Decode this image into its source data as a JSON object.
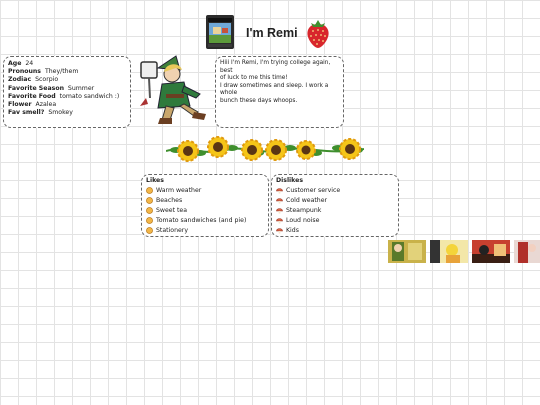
{
  "header": {
    "title": "I'm Remi"
  },
  "profile": {
    "rows": [
      {
        "label": "Age",
        "value": "24"
      },
      {
        "label": "Pronouns",
        "value": "They/them"
      },
      {
        "label": "Zodiac",
        "value": "Scorpio"
      },
      {
        "label": "Favorite Season",
        "value": "Summer"
      },
      {
        "label": "Favorite Food",
        "value": "tomato sandwich :)"
      },
      {
        "label": "Flower",
        "value": "Azalea"
      },
      {
        "label": "Fav smell?",
        "value": "Smokey"
      }
    ]
  },
  "bio": {
    "lines": [
      "Hiii I'm Remi, I'm trying college again, best",
      "of luck to me this time!",
      "I draw sometimes and sleep. I work a whole",
      "bunch these days whoops."
    ]
  },
  "likes": {
    "heading": "Likes",
    "items": [
      "Warm weather",
      "Beaches",
      "Sweet tea",
      "Tomato sandwiches (and pie)",
      "Stationery"
    ]
  },
  "dislikes": {
    "heading": "Dislikes",
    "items": [
      "Customer service",
      "Cold weather",
      "Steampunk",
      "Loud noise",
      "Kids"
    ]
  },
  "colors": {
    "likes_bullet": "#f2b648",
    "dislikes_bullet": "#e0674a",
    "sunflower": "#f5c518",
    "leaf": "#3f8f2e"
  }
}
